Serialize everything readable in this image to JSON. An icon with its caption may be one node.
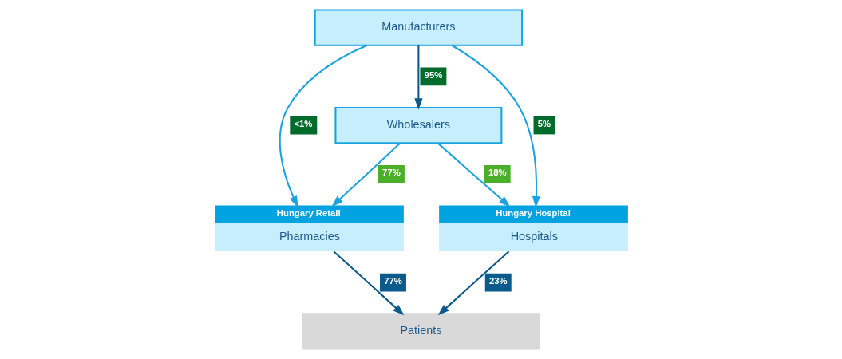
{
  "diagram": {
    "nodes": [
      {
        "text": [
          "Manufacturers"
        ]
      },
      {
        "text": [
          "Wholesalers"
        ]
      },
      {
        "text": [
          "Hungary Retail",
          "Pharmacies"
        ]
      },
      {
        "text": [
          "Hungary Hospital",
          "Hospitals"
        ]
      },
      {
        "text": [
          "Patients"
        ]
      }
    ],
    "edges": [
      {
        "from": 0,
        "to": 1,
        "arrow": "to",
        "label": "95%",
        "color": "#0b5a8c"
      },
      {
        "from": 0,
        "to": 2,
        "arrow": "to",
        "label": "<1%"
      },
      {
        "from": 0,
        "to": 3,
        "arrow": "to",
        "label": "5%"
      },
      {
        "from": 1,
        "to": 2,
        "arrow": "to",
        "label": "77%"
      },
      {
        "from": 1,
        "to": 3,
        "arrow": "to",
        "label": "18%"
      },
      {
        "from": 2,
        "to": 4,
        "arrow": "to",
        "label": "77%",
        "color": "#0b5a8c"
      },
      {
        "from": 3,
        "to": 4,
        "arrow": "to",
        "label": "23%",
        "color": "#0b5a8c"
      }
    ]
  }
}
